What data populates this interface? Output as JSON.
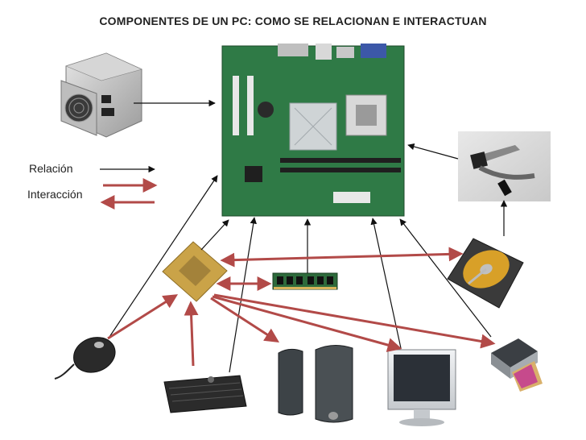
{
  "title": "COMPONENTES DE UN PC: COMO SE RELACIONAN E INTERACTUAN",
  "legend": {
    "relation": "Relación",
    "interaction": "Interacción"
  },
  "colors": {
    "relation_arrow": "#111111",
    "interaction_arrow": "#b24a48",
    "board_green": "#2f7a46",
    "heatsink": "#cfd4d6",
    "cpu_gold": "#caa348",
    "disk_gold": "#d8a028"
  },
  "components": [
    {
      "id": "power-supply",
      "role": "fuente de alimentación"
    },
    {
      "id": "motherboard",
      "role": "placa base"
    },
    {
      "id": "ide-cable",
      "role": "cable"
    },
    {
      "id": "cpu",
      "role": "procesador"
    },
    {
      "id": "ram",
      "role": "memoria"
    },
    {
      "id": "hard-disk",
      "role": "disco duro"
    },
    {
      "id": "mouse",
      "role": "ratón"
    },
    {
      "id": "keyboard",
      "role": "teclado"
    },
    {
      "id": "speakers",
      "role": "altavoces"
    },
    {
      "id": "monitor",
      "role": "monitor"
    },
    {
      "id": "printer",
      "role": "impresora"
    }
  ]
}
